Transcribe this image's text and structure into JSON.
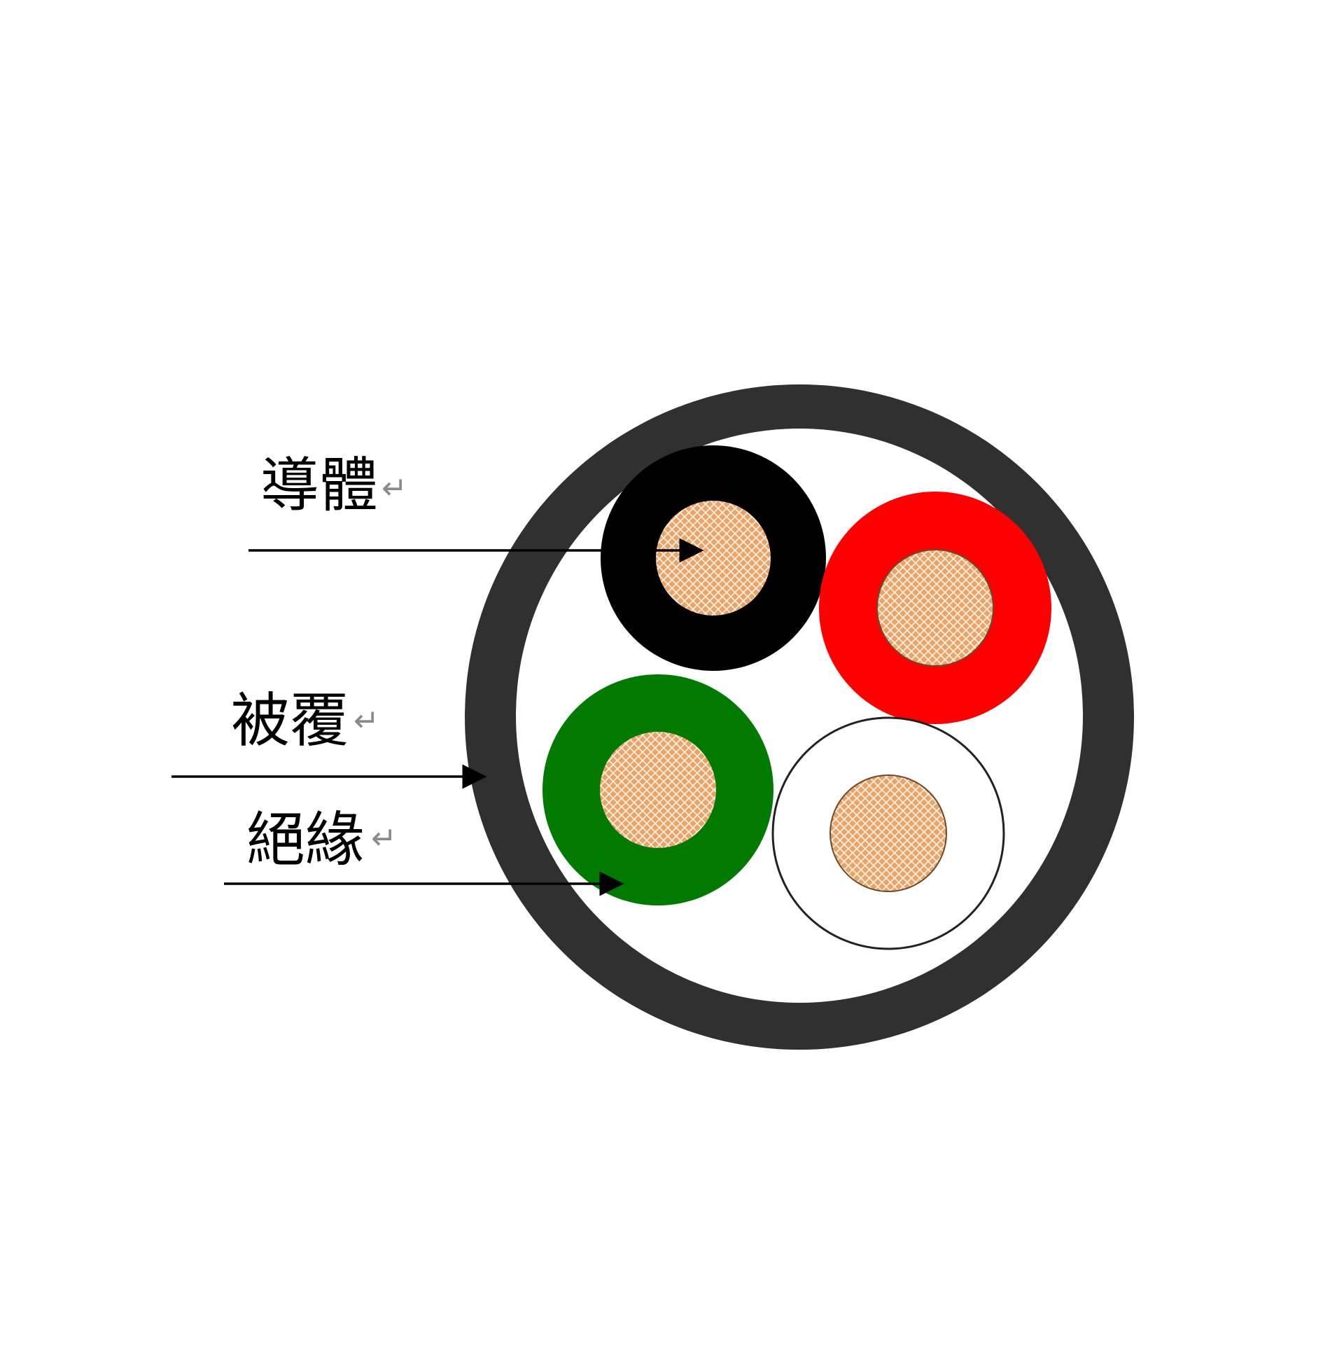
{
  "labels": {
    "conductor": "導體",
    "sheath": "被覆",
    "insulation": "絕緣",
    "return_mark": "↵"
  },
  "colors": {
    "background": "#ffffff",
    "sheath": "#303030",
    "filler": "#ffffff",
    "copper": "#e9a46a",
    "copper_mesh": "#fff3e6",
    "core_black": "#000000",
    "core_red": "#ff0000",
    "core_green": "#007a00",
    "core_white": "#ffffff",
    "leader_line": "#000000"
  },
  "cores": [
    {
      "id": "black",
      "color_key": "core_black"
    },
    {
      "id": "red",
      "color_key": "core_red"
    },
    {
      "id": "green",
      "color_key": "core_green"
    },
    {
      "id": "white",
      "color_key": "core_white"
    }
  ]
}
